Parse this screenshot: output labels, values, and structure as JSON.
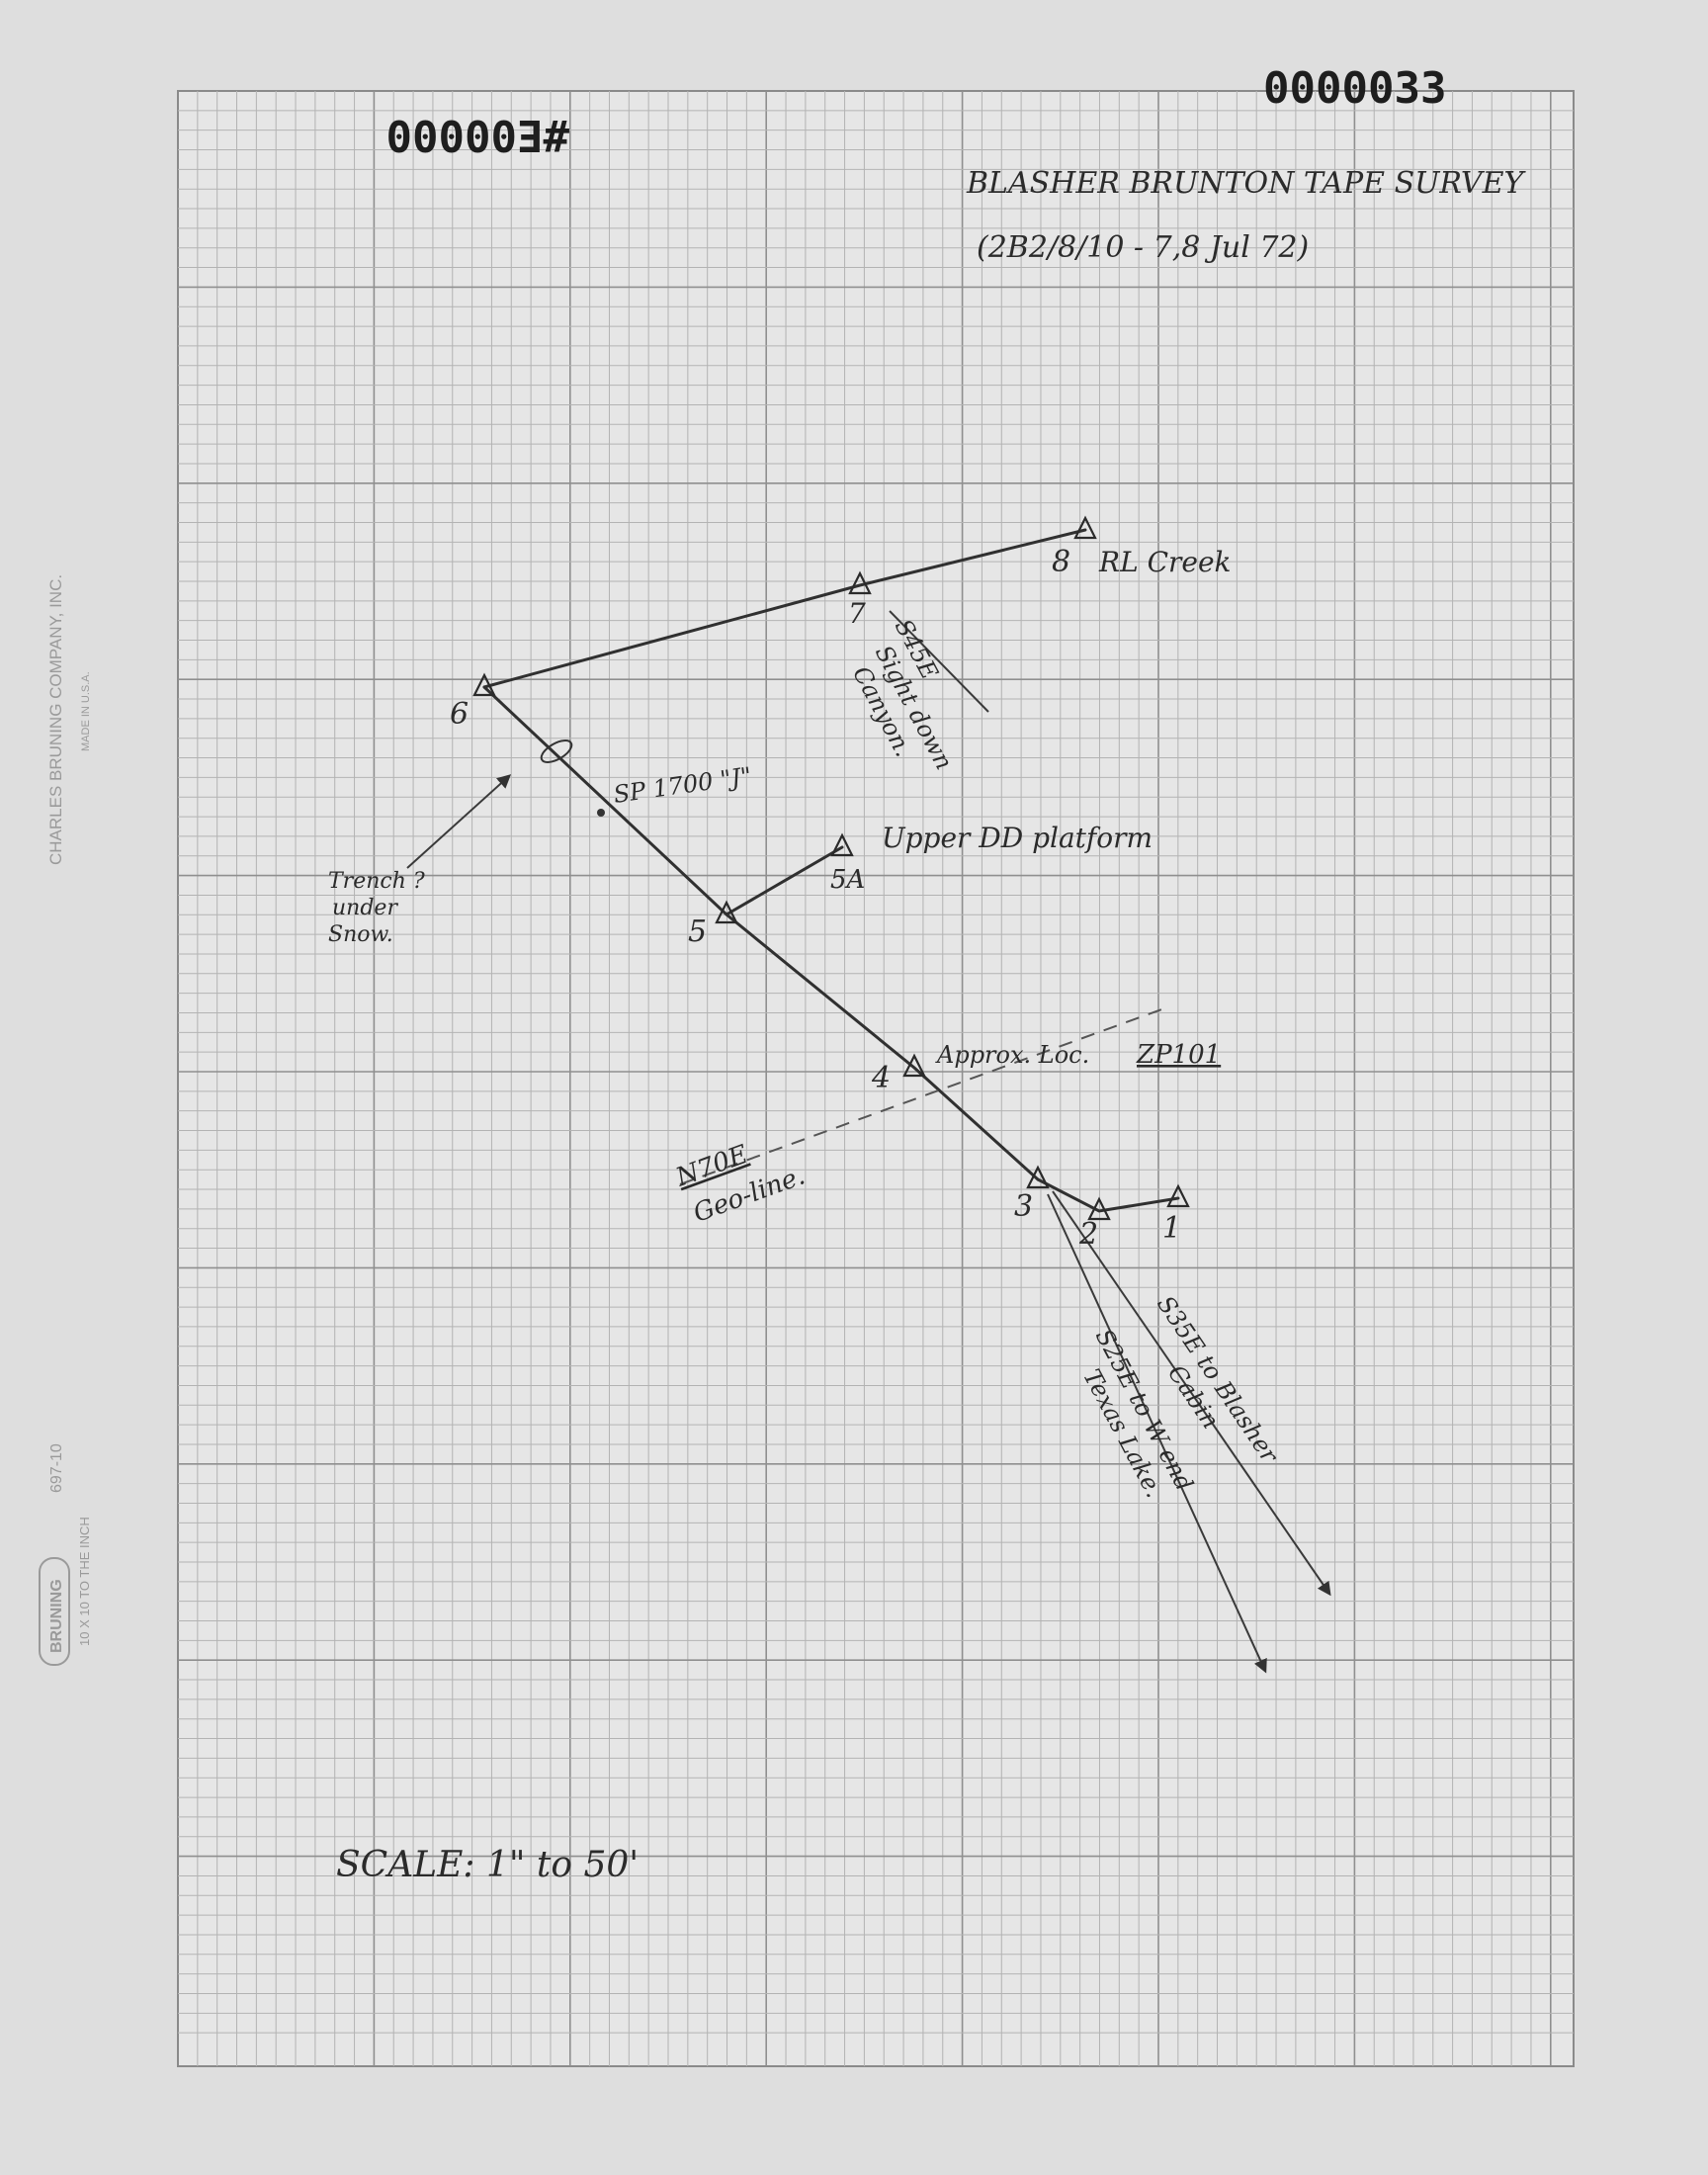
{
  "doc_numbers": {
    "top_right": "0000033",
    "top_left": "#E00000"
  },
  "title": {
    "line1": "BLASHER BRUNTON TAPE SURVEY",
    "line2": "(2B2/8/10 - 7,8 Jul 72)"
  },
  "margin_text": {
    "company": "CHARLES BRUNING COMPANY, INC.",
    "made_in": "MADE IN U.S.A.",
    "brand": "BRUNING",
    "product": "697-10",
    "ruling": "10 X 10 TO THE INCH"
  },
  "stations": [
    {
      "id": "1",
      "label": "1"
    },
    {
      "id": "2",
      "label": "2"
    },
    {
      "id": "3",
      "label": "3"
    },
    {
      "id": "4",
      "label": "4"
    },
    {
      "id": "5",
      "label": "5"
    },
    {
      "id": "5A",
      "label": "5A"
    },
    {
      "id": "6",
      "label": "6"
    },
    {
      "id": "7",
      "label": "7"
    },
    {
      "id": "8",
      "label": "8"
    }
  ],
  "annotations": {
    "station8": "RL Creek",
    "sight_bearing": "S45E",
    "sight_line1": "Sight down",
    "sight_line2": "Canyon.",
    "sp": "SP 1700 \"J\"",
    "upper_platform": "Upper DD platform",
    "trench_line1": "Trench ?",
    "trench_line2": "under",
    "trench_line3": "Snow.",
    "approx_loc": "Approx. Loc.",
    "zp": "ZP101",
    "geo_bearing": "N70E",
    "geo_line": "Geo-line.",
    "blasher_line1": "S35E to Blasher",
    "blasher_line2": "Cabin",
    "texas_line1": "S25E to W end",
    "texas_line2": "Texas Lake.",
    "scale": "SCALE: 1\" to 50'"
  },
  "colors": {
    "paper": "#dedede",
    "grid": "#b3b3b3",
    "ink": "#2b2b2b"
  }
}
